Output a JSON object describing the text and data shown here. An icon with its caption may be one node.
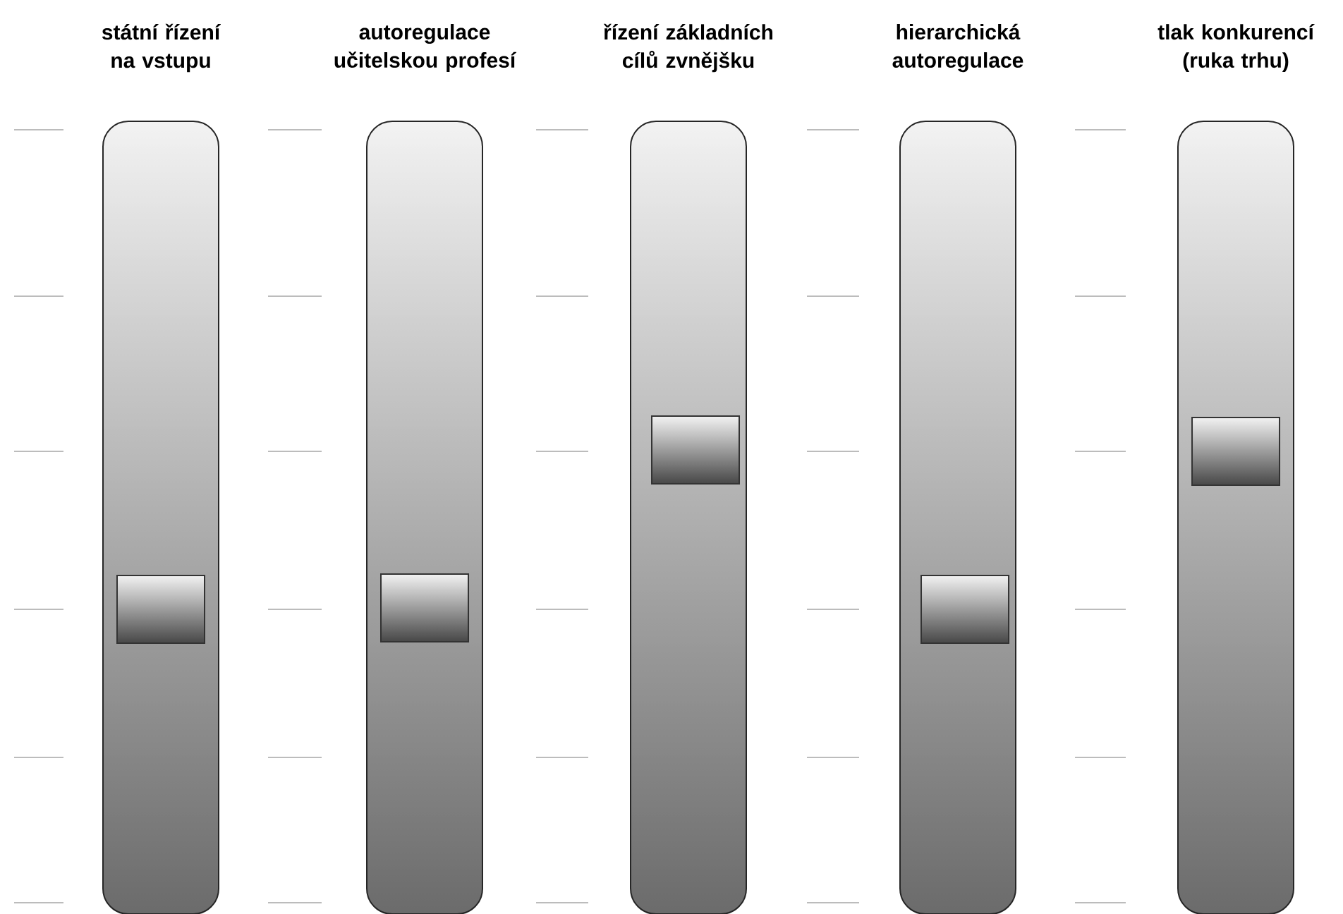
{
  "diagram": {
    "nodes": [
      {
        "text": [
          "státní řízení na vstupu"
        ]
      },
      {
        "text": [],
        "shape": "box",
        "in": 0
      },
      {
        "text": [
          "autoregulace učitelskou profesí"
        ]
      },
      {
        "text": [],
        "shape": "box",
        "in": 2
      },
      {
        "text": [
          "řízení základních cílů zvnějšku"
        ]
      },
      {
        "text": [],
        "shape": "box",
        "in": 4
      },
      {
        "text": [
          "hierarchická autoregulace"
        ]
      },
      {
        "text": [],
        "shape": "box",
        "in": 6
      },
      {
        "text": [
          "tlak konkurencí (ruka trhu)"
        ]
      },
      {
        "text": [],
        "shape": "box",
        "in": 8
      }
    ]
  }
}
